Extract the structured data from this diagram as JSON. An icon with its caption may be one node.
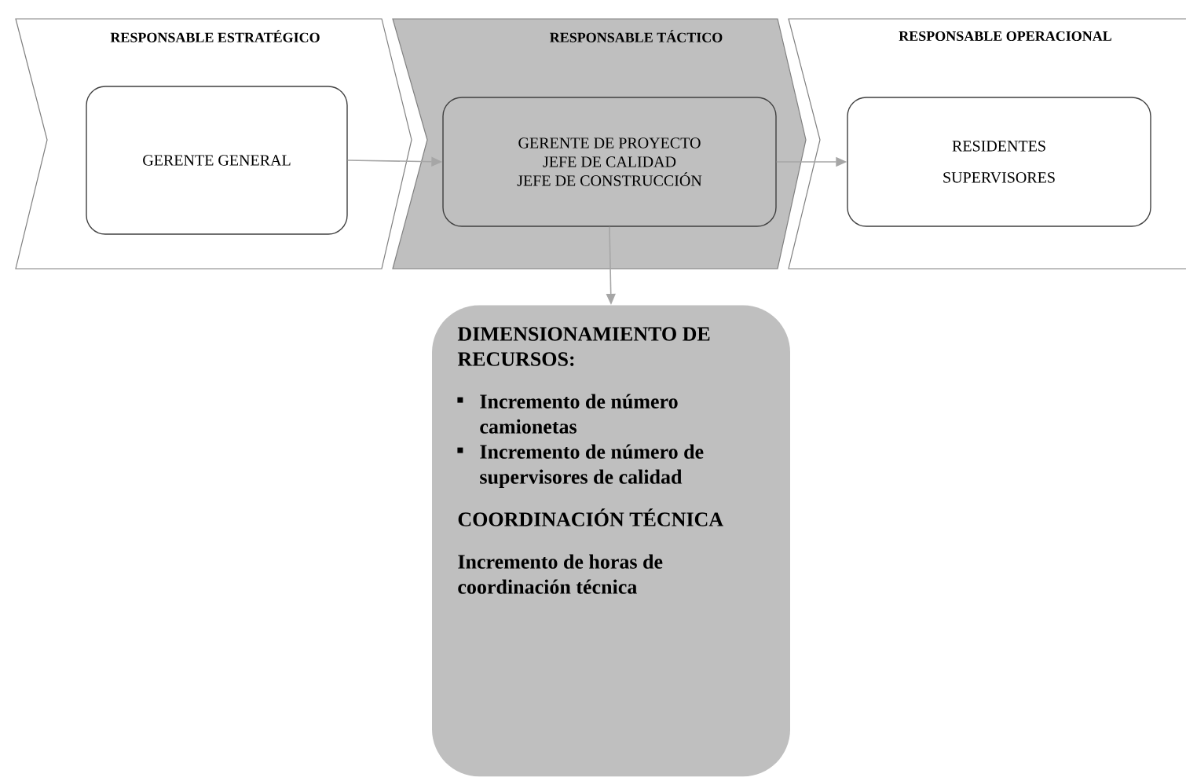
{
  "diagram": {
    "nodes": [
      {
        "text": [
          "RESPONSABLE ESTRATÉGICO"
        ]
      },
      {
        "text": [
          "RESPONSABLE TÁCTICO"
        ]
      },
      {
        "text": [
          "RESPONSABLE OPERACIONAL"
        ]
      },
      {
        "text": [
          "GERENTE GENERAL"
        ],
        "in": 0
      },
      {
        "text": [
          "GERENTE DE PROYECTO",
          "JEFE DE CALIDAD",
          "JEFE DE CONSTRUCCIÓN"
        ],
        "in": 1
      },
      {
        "text": [
          "RESIDENTES",
          "SUPERVISORES"
        ],
        "in": 2
      },
      {
        "text": [
          "DIMENSIONAMIENTO DE RECURSOS:",
          "Incremento de número camionetas",
          "Incremento de número de supervisores de calidad",
          "COORDINACIÓN TÉCNICA",
          "Incremento de horas de coordinación técnica"
        ]
      }
    ],
    "edges": [
      {
        "from": 3,
        "to": 4,
        "arrow": "to"
      },
      {
        "from": 4,
        "to": 5,
        "arrow": "to"
      },
      {
        "from": 4,
        "to": 6,
        "arrow": "to"
      }
    ]
  }
}
